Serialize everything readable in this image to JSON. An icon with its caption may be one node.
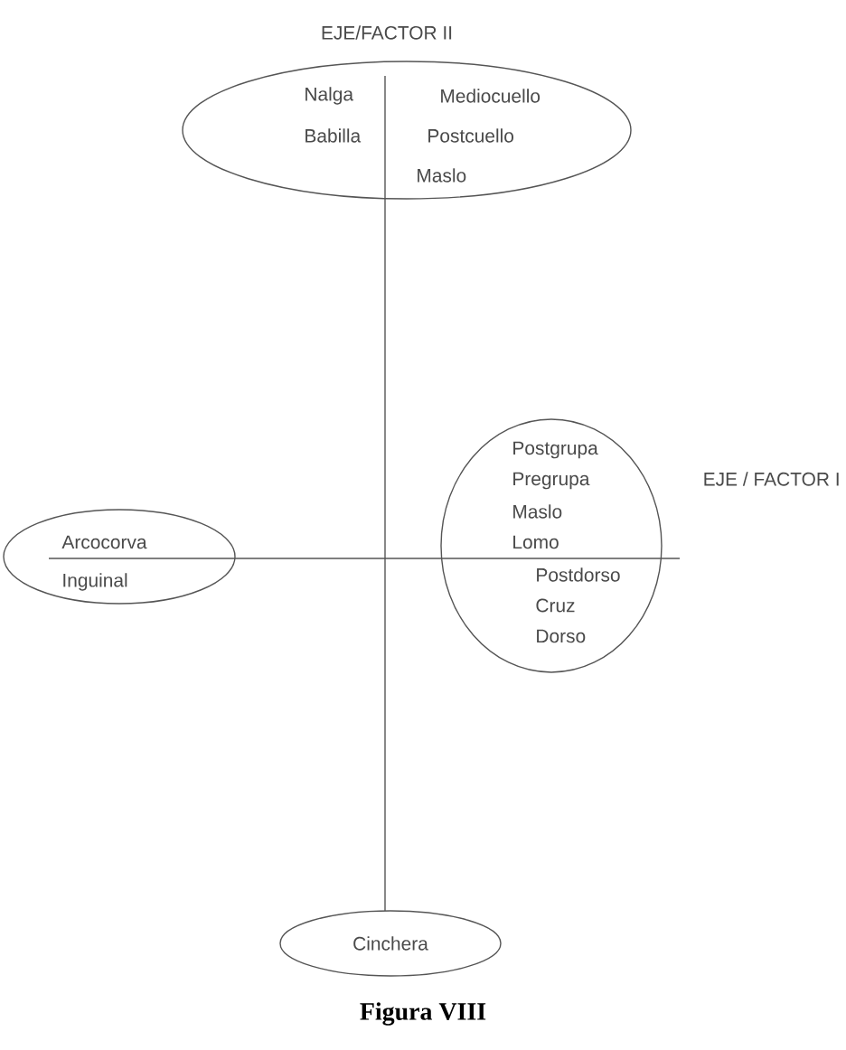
{
  "diagram": {
    "caption": "Figura VIII",
    "nodes": [
      {
        "text": [
          "Nalga",
          "Mediocuello",
          "Babilla",
          "Postcuello",
          "Maslo"
        ]
      },
      {
        "text": [
          "Postgrupa",
          "Pregrupa",
          "Maslo",
          "Lomo",
          "Postdorso",
          "Cruz",
          "Dorso"
        ]
      },
      {
        "text": [
          "Arcocorva",
          "Inguinal"
        ]
      },
      {
        "text": [
          "Cinchera"
        ]
      }
    ],
    "labels": [
      "EJE/FACTOR II",
      "EJE / FACTOR I"
    ]
  }
}
